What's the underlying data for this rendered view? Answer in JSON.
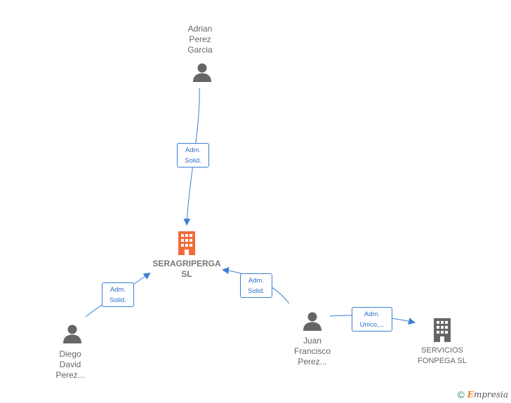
{
  "nodes": {
    "adrian": {
      "label": "Adrian\nPerez\nGarcia",
      "type": "person"
    },
    "seragriperga": {
      "label": "SERAGRIPERGA\nSL",
      "type": "company-highlight"
    },
    "diego": {
      "label": "Diego\nDavid\nPerez...",
      "type": "person"
    },
    "juan": {
      "label": "Juan\nFrancisco\nPerez...",
      "type": "person"
    },
    "servicios": {
      "label": "SERVICIOS\nFONPEGA  SL",
      "type": "company"
    }
  },
  "edges": {
    "adrian_to_seragriperga": "Adm.\nSolid.",
    "diego_to_seragriperga": "Adm.\nSolid.",
    "juan_to_seragriperga": "Adm.\nSolid.",
    "juan_to_servicios": "Adm.\nUnico,..."
  },
  "colors": {
    "edge": "#3b7fd0",
    "person_icon": "#666666",
    "company_highlight": "#f26b3a",
    "company": "#666666"
  },
  "footer": {
    "copyright": "©",
    "brand_first": "E",
    "brand_rest": "mpresia"
  }
}
